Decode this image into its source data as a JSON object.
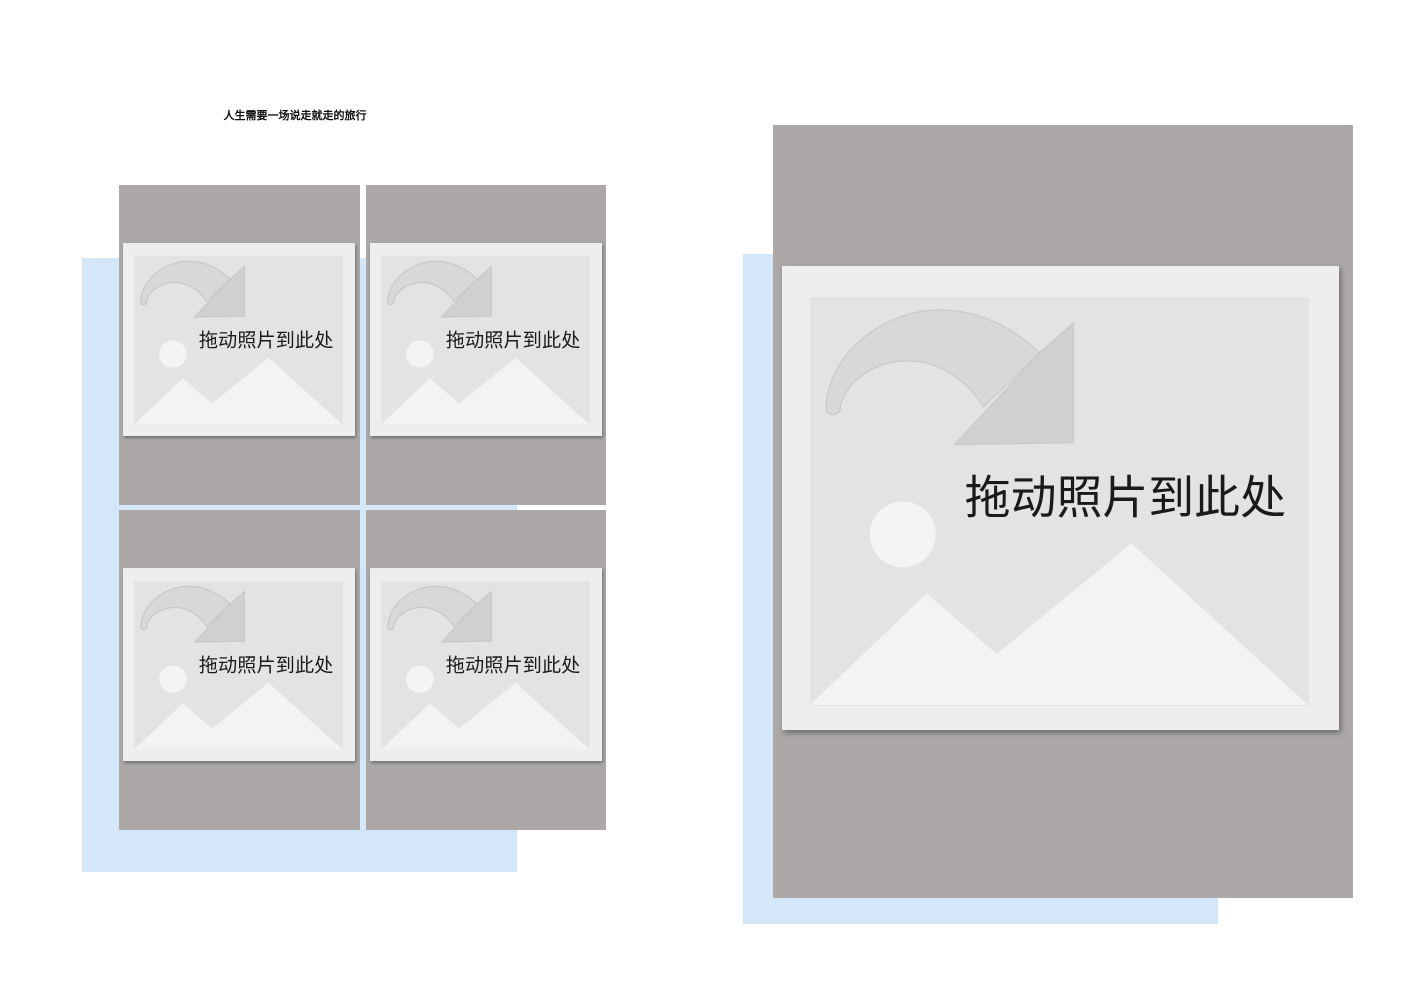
{
  "document": {
    "title": "人生需要一场说走就走的旅行"
  },
  "photo_slots": [
    {
      "label": "拖动照片到此处"
    },
    {
      "label": "拖动照片到此处"
    },
    {
      "label": "拖动照片到此处"
    },
    {
      "label": "拖动照片到此处"
    },
    {
      "label": "拖动照片到此处"
    }
  ],
  "colors": {
    "slot_gray": "#aba8a7",
    "backdrop_blue": "#d4e7f9",
    "placeholder_card": "#efeeee",
    "placeholder_area": "#e4e3e4"
  },
  "icons": {
    "placeholder": "image-placeholder-icon",
    "hint": "drag-arrow-icon"
  }
}
